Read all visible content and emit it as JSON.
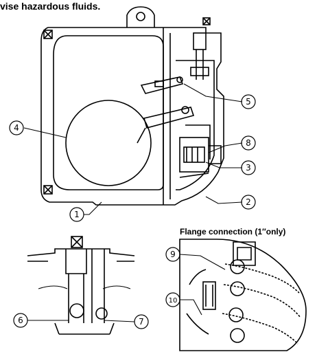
{
  "header": {
    "text": "vise hazardous fluids."
  },
  "flange": {
    "title": "Flange connection (1″only)"
  },
  "callouts": [
    "1",
    "2",
    "3",
    "4",
    "5",
    "6",
    "7",
    "8",
    "9",
    "10"
  ]
}
